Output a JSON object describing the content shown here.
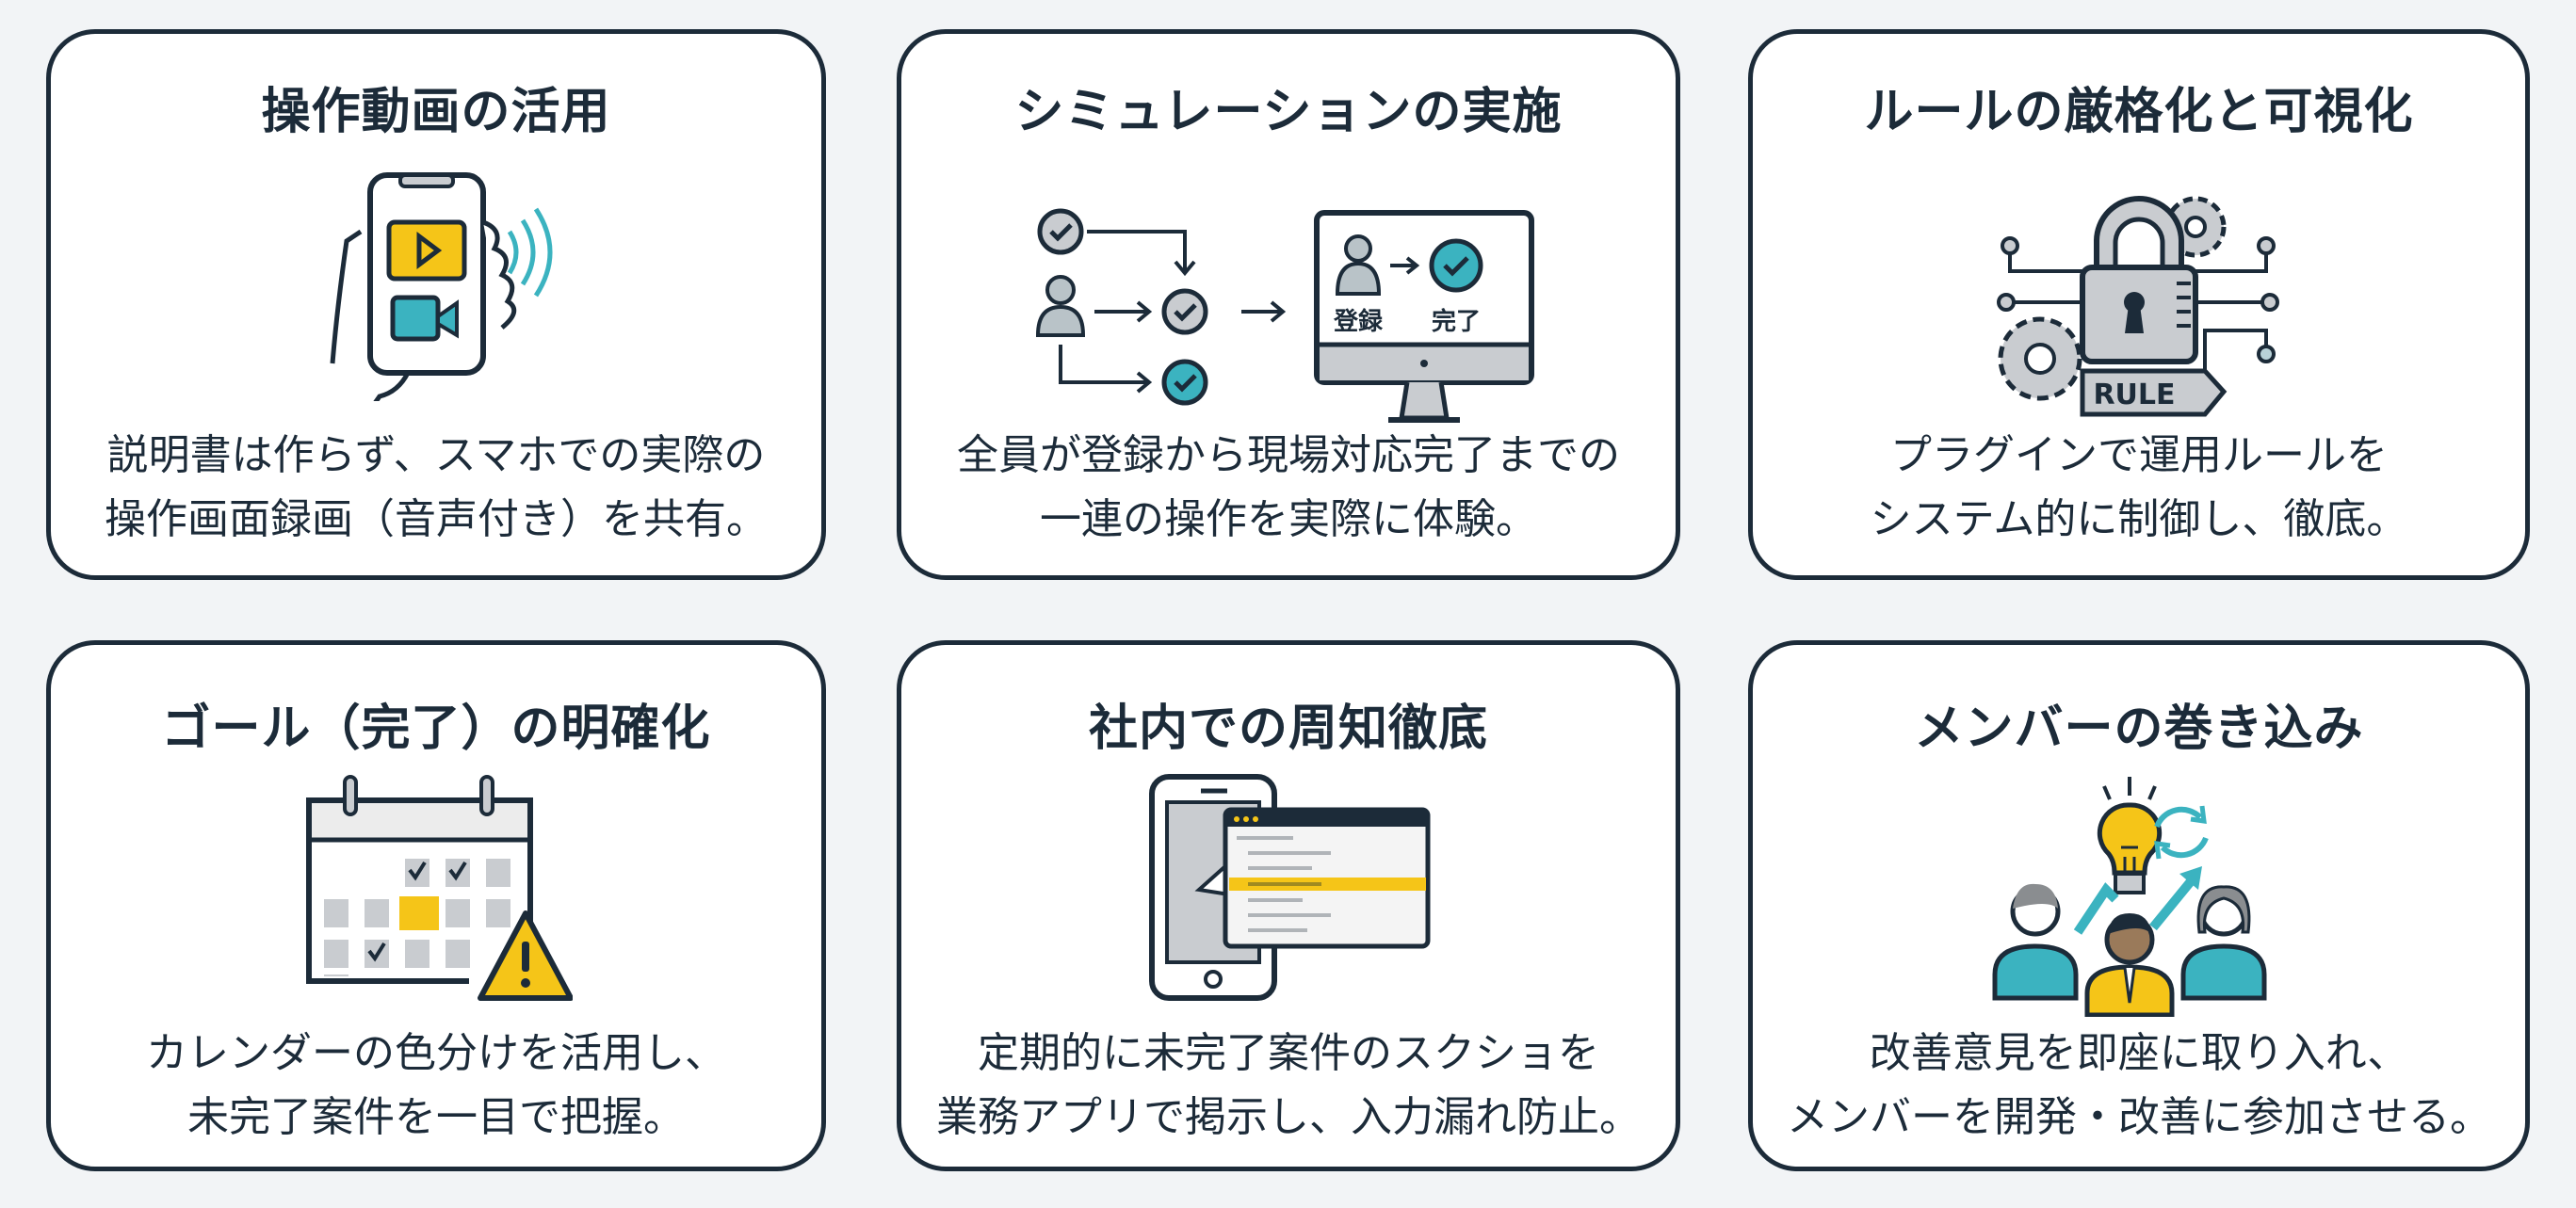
{
  "cards": [
    {
      "title": "操作動画の活用",
      "lines": [
        "説明書は作らず、スマホでの実際の",
        "操作画面録画（音声付き）を共有。"
      ],
      "icon": "phone-video-icon"
    },
    {
      "title": "シミュレーションの実施",
      "lines": [
        "全員が登録から現場対応完了までの",
        "一連の操作を実際に体験。"
      ],
      "icon": "workflow-monitor-icon",
      "monitor_labels": [
        "登録",
        "完了"
      ]
    },
    {
      "title": "ルールの厳格化と可視化",
      "lines": [
        "プラグインで運用ルールを",
        "システム的に制御し、徹底。"
      ],
      "icon": "lock-rule-icon",
      "tag_label": "RULE"
    },
    {
      "title": "ゴール（完了）の明確化",
      "lines": [
        "カレンダーの色分けを活用し、",
        "未完了案件を一目で把握。"
      ],
      "icon": "calendar-warning-icon"
    },
    {
      "title": "社内での周知徹底",
      "lines": [
        "定期的に未完了案件のスクショを",
        "業務アプリで掲示し、入力漏れ防止。"
      ],
      "icon": "phone-screenshot-icon"
    },
    {
      "title": "メンバーの巻き込み",
      "lines": [
        "改善意見を即座に取り入れ、",
        "メンバーを開発・改善に参加させる。"
      ],
      "icon": "team-idea-icon"
    }
  ],
  "colors": {
    "dark": "#1c2b39",
    "yellow": "#f5c518",
    "teal": "#3bb3c0",
    "gray": "#c9ccd0",
    "background": "#f2f4f6"
  }
}
